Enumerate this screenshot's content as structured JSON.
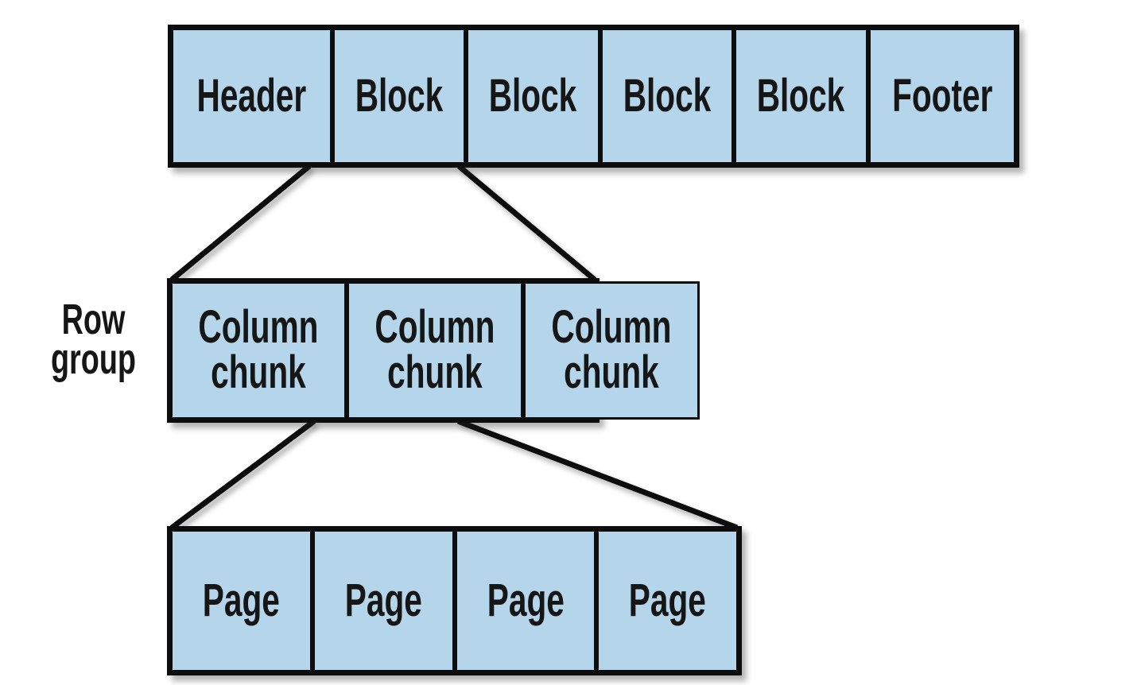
{
  "colors": {
    "background": "#ffffff",
    "box_fill": "#b5d5ea",
    "box_border": "#0d0d0d",
    "text": "#161616",
    "connector": "#0d0d0d"
  },
  "file_row": {
    "cells": [
      "Header",
      "Block",
      "Block",
      "Block",
      "Block",
      "Footer"
    ]
  },
  "row_group": {
    "label": "Row\ngroup",
    "cells": [
      "Column\nchunk",
      "Column\nchunk",
      "Column\nchunk"
    ]
  },
  "page_row": {
    "cells": [
      "Page",
      "Page",
      "Page",
      "Page"
    ]
  }
}
